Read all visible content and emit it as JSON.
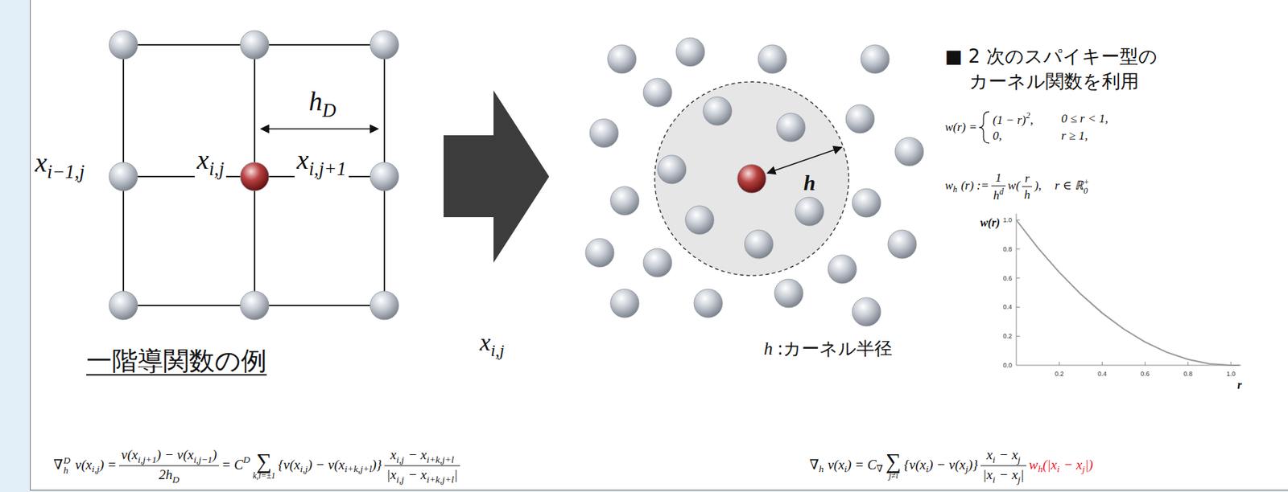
{
  "diagram": {
    "labels": [
      "x",
      "i−1,j",
      "x",
      "i,j",
      "x",
      "i,j+1",
      "h",
      "D",
      "x",
      "i,j",
      "一階導関数の例",
      "h",
      "h",
      ":カーネル半径",
      "■ 2 次のスパイキー型の カーネル関数を利用",
      "w(r) =",
      "(1 − r)",
      "2",
      ",",
      "0 ≤ r < 1,",
      "0,",
      "r ≥ 1,",
      "w",
      "h",
      "(r) :=",
      "1",
      "h",
      "d",
      "w",
      "(",
      "r",
      "h",
      "),",
      "r ∈ ℝ",
      "+",
      "0",
      "w(r)",
      "1.0",
      "0.8",
      "0.6",
      "0.4",
      "0.2",
      "0.0",
      "0.2",
      "0.4",
      "0.6",
      "0.8",
      "1.0",
      "r",
      "∇",
      "D",
      "h",
      "v(x",
      "i,j",
      ") =",
      "v(x",
      "i,j+1",
      ") − v(x",
      "i,j−1",
      ")",
      "2h",
      "D",
      "= C",
      "D",
      "∑",
      "k,l=±1",
      "{v(x",
      "i,j",
      ") − v(x",
      "i+k,j+l",
      ")}",
      "x",
      "i,j",
      "− x",
      "i+k,j+l",
      "|x",
      "i,j",
      "− x",
      "i+k,j+l",
      "|",
      "∇",
      "h",
      "v(x",
      "i",
      ") = C",
      "∇",
      "∑",
      "j≠i",
      "{v(x",
      "i",
      ") − v(x",
      "j",
      ")}",
      "x",
      "i",
      "− x",
      "j",
      "|x",
      "i",
      "− x",
      "j",
      "|",
      "w",
      "h",
      "(|x",
      "i",
      "− x",
      "j",
      "|)"
    ]
  }
}
